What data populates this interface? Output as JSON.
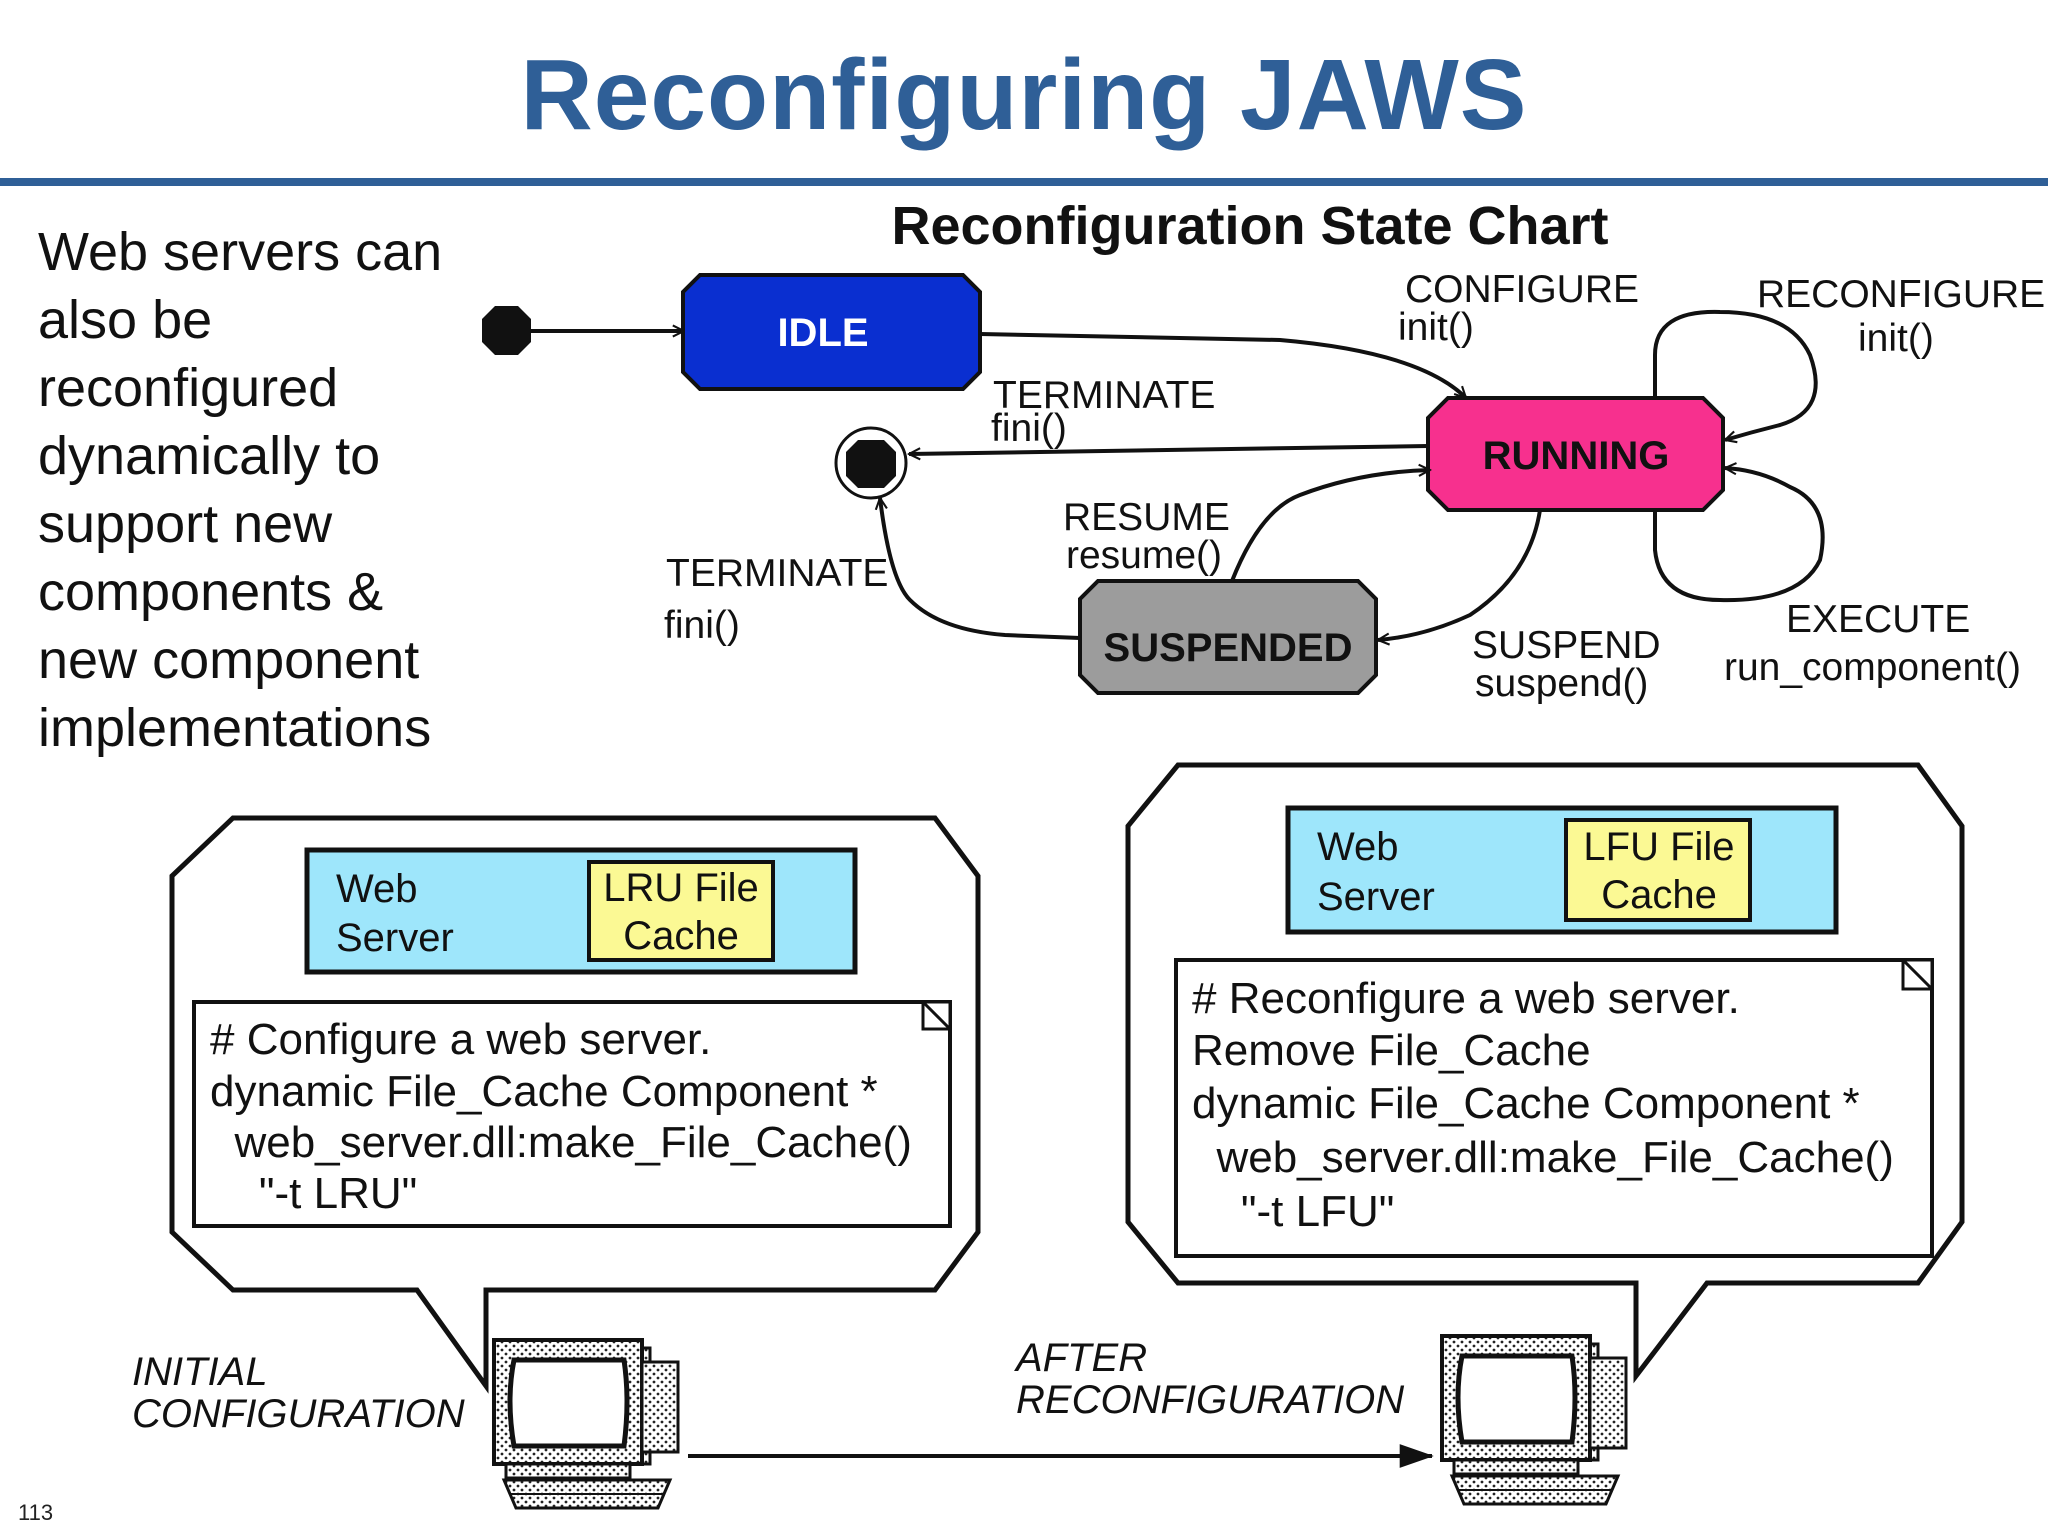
{
  "slide": {
    "title": "Reconfiguring JAWS",
    "intro_lines": [
      "Web servers can",
      "also be",
      "reconfigured",
      "dynamically to",
      "support new",
      "components &",
      "new component",
      "implementations"
    ],
    "page_number": "113"
  },
  "state_chart": {
    "title": "Reconfiguration State Chart",
    "states": {
      "idle": "IDLE",
      "running": "RUNNING",
      "suspended": "SUSPENDED"
    },
    "transitions": {
      "configure": {
        "event": "CONFIGURE",
        "action": "init()"
      },
      "terminate_running": {
        "event": "TERMINATE",
        "action": "fini()"
      },
      "reconfigure": {
        "event": "RECONFIGURE",
        "action": "init()"
      },
      "resume": {
        "event": "RESUME",
        "action": "resume()"
      },
      "terminate_suspended": {
        "event": "TERMINATE",
        "action": "fini()"
      },
      "suspend": {
        "event": "SUSPEND",
        "action": "suspend()"
      },
      "execute": {
        "event": "EXECUTE",
        "action": "run_component()"
      }
    },
    "colors": {
      "idle": "#0a2fd0",
      "running": "#f7308e",
      "suspended": "#9c9c9c"
    }
  },
  "initial_panel": {
    "web_server_lines": [
      "Web",
      "Server"
    ],
    "cache_lines": [
      "LRU File",
      "Cache"
    ],
    "script_lines": [
      "# Configure a web server.",
      "dynamic File_Cache Component *",
      "  web_server.dll:make_File_Cache()",
      "    \"-t LRU\""
    ],
    "caption_lines": [
      "INITIAL",
      "CONFIGURATION"
    ]
  },
  "after_panel": {
    "web_server_lines": [
      "Web",
      "Server"
    ],
    "cache_lines": [
      "LFU File",
      "Cache"
    ],
    "script_lines": [
      "# Reconfigure a web server.",
      "Remove File_Cache",
      "dynamic File_Cache Component *",
      "  web_server.dll:make_File_Cache()",
      "    \"-t LFU\""
    ],
    "caption_lines": [
      "AFTER",
      "RECONFIGURATION"
    ]
  },
  "colors": {
    "title": "#2f5f97",
    "web_server_box": "#9ee6fb",
    "cache_box": "#fbf994"
  }
}
